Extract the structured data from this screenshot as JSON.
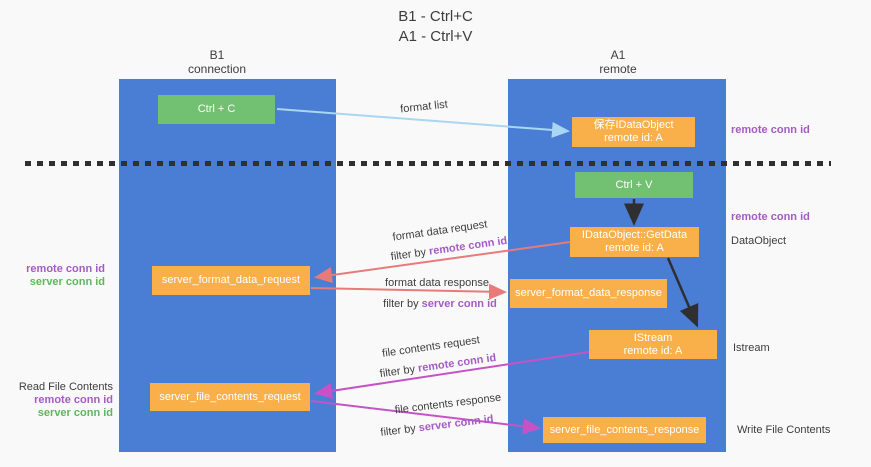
{
  "title": {
    "line1": "B1 - Ctrl+C",
    "line2": "A1 - Ctrl+V"
  },
  "lanes": {
    "left": {
      "name_line1": "B1",
      "name_line2": "connection"
    },
    "right": {
      "name_line1": "A1",
      "name_line2": "remote"
    }
  },
  "boxes": {
    "ctrl_c": "Ctrl + C",
    "ctrl_v": "Ctrl + V",
    "save_dataobject": {
      "line1": "保存IDataObject",
      "line2": "remote id: A"
    },
    "getdata": {
      "line1": "IDataObject::GetData",
      "line2": "remote id: A"
    },
    "istream": {
      "line1": "IStream",
      "line2": "remote id: A"
    },
    "format_request": "server_format_data_request",
    "format_response": "server_format_data_response",
    "file_request": "server_file_contents_request",
    "file_response": "server_file_contents_response"
  },
  "side_labels": {
    "right_remote_conn_top": "remote conn id",
    "right_remote_conn_mid": "remote conn id",
    "right_dataobject": "DataObject",
    "right_istream": "Istream",
    "right_write_file": "Write File Contents",
    "left_remote_conn_top": "remote conn id",
    "left_server_conn_top": "server conn id",
    "left_read_file": "Read File Contents",
    "left_remote_conn_bottom": "remote conn id",
    "left_server_conn_bottom": "server conn id"
  },
  "flow_labels": {
    "format_list": "format list",
    "format_request": "format data request",
    "format_request_filter_prefix": "filter by ",
    "format_request_filter_key": "remote conn id",
    "format_response": "format data response",
    "format_response_filter_prefix": "filter by ",
    "format_response_filter_key": "server conn id",
    "file_request": "file contents request",
    "file_request_filter_prefix": "filter by ",
    "file_request_filter_key": "remote conn id",
    "file_response": "file contents response",
    "file_response_filter_prefix": "filter by ",
    "file_response_filter_key": "server conn id"
  },
  "colors": {
    "lane_blue": "#4a7ed5",
    "node_orange": "#f9b04a",
    "node_green": "#72c072",
    "arrow_salmon": "#e87a7a",
    "arrow_magenta": "#c653c6",
    "arrow_lightblue": "#a9d6f2",
    "arrow_black": "#2f2f2f",
    "label_purple": "#a55bc5",
    "label_green": "#5fb65f"
  }
}
